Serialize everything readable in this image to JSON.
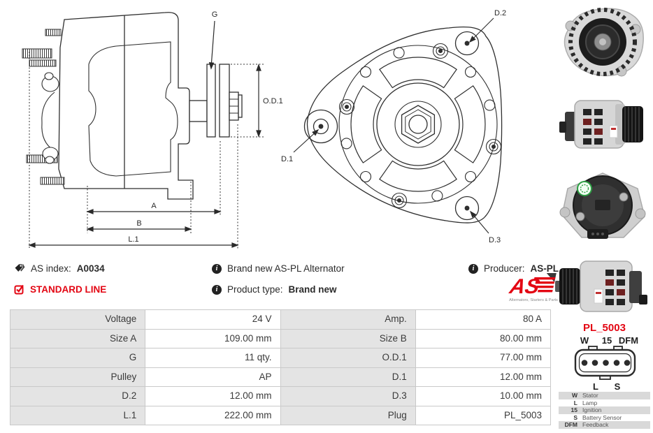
{
  "header": {
    "as_index_label": "AS index:",
    "as_index_value": "A0034",
    "standard_line": "STANDARD LINE",
    "brand_new_text": "Brand new AS-PL Alternator",
    "product_type_label": "Product type:",
    "product_type_value": "Brand new",
    "producer_label": "Producer:",
    "producer_value": "AS-PL",
    "logo_text": "AS",
    "logo_tagline": "Alternators, Starters & Parts"
  },
  "drawing": {
    "g": "G",
    "od1": "O.D.1",
    "a": "A",
    "b": "B",
    "l1": "L.1",
    "d1": "D.1",
    "d2": "D.2",
    "d3": "D.3"
  },
  "specs": {
    "rows": [
      {
        "ll": "Voltage",
        "lv": "24 V",
        "rl": "Amp.",
        "rv": "80 A"
      },
      {
        "ll": "Size A",
        "lv": "109.00 mm",
        "rl": "Size B",
        "rv": "80.00 mm"
      },
      {
        "ll": "G",
        "lv": "11 qty.",
        "rl": "O.D.1",
        "rv": "77.00 mm"
      },
      {
        "ll": "Pulley",
        "lv": "AP",
        "rl": "D.1",
        "rv": "12.00 mm"
      },
      {
        "ll": "D.2",
        "lv": "12.00 mm",
        "rl": "D.3",
        "rv": "10.00 mm"
      },
      {
        "ll": "L.1",
        "lv": "222.00 mm",
        "rl": "Plug",
        "rv": "PL_5003"
      }
    ]
  },
  "plug": {
    "name": "PL_5003",
    "pins_top": [
      "W",
      "15",
      "DFM"
    ],
    "pins_bottom": [
      "L",
      "S"
    ],
    "legend": [
      {
        "key": "W",
        "desc": "Stator"
      },
      {
        "key": "L",
        "desc": "Lamp"
      },
      {
        "key": "15",
        "desc": "Ignition"
      },
      {
        "key": "S",
        "desc": "Battery Sensor"
      },
      {
        "key": "DFM",
        "desc": "Feedback"
      }
    ]
  },
  "colors": {
    "accent_red": "#e30613",
    "table_label_bg": "#e4e4e4",
    "table_border": "#c9c9c9",
    "legend_row_bg": "#d9d9d9",
    "line_color": "#2f2f2f"
  }
}
